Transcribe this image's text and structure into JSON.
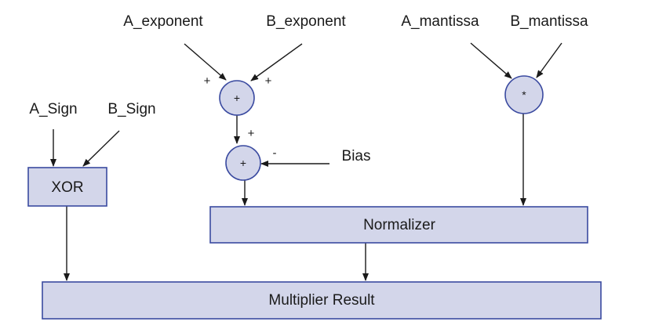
{
  "colors": {
    "box_fill": "#d3d6ea",
    "box_stroke": "#3a4aa0",
    "wire": "#1a1a1a"
  },
  "inputs": {
    "a_exponent": "A_exponent",
    "b_exponent": "B_exponent",
    "a_mantissa": "A_mantissa",
    "b_mantissa": "B_mantissa",
    "a_sign": "A_Sign",
    "b_sign": "B_Sign",
    "bias": "Bias"
  },
  "operators": {
    "exponent_adder": "+",
    "bias_adder": "+",
    "mantissa_multiplier": "*"
  },
  "signs": {
    "exp_add_left": "+",
    "exp_add_right": "+",
    "bias_add_top": "+",
    "bias_add_right": "-"
  },
  "blocks": {
    "xor": "XOR",
    "normalizer": "Normalizer",
    "result": "Multiplier Result"
  }
}
